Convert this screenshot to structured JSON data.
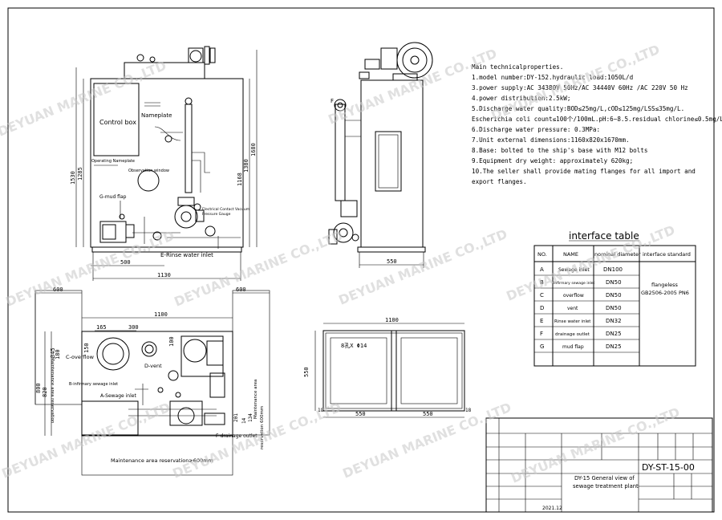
{
  "specs": {
    "heading": "Main technicalproperties.",
    "lines": [
      "1.model number:DY-152.hydraulic load:1050L/d",
      "3.power supply:AC 34380V 50Hz/AC 34440V 60Hz /AC 220V 50 Hz",
      "4.power distribution:2.5kW;",
      "5.Discharge water quality:BOD≤25mg/L,cOD≤125mg/LSS≤35mg/L.",
      "Escherichia coli count≤100个/100mL.pH:6~8.5.residual chlorine≤0.5mg/L;",
      "6.Discharge water pressure: 0.3MPa:",
      "7.Unit external dimensions:1160x820x1670mm.",
      "8.Base: bolted to the ship's base with M12 bolts",
      "9.Equipment dry weight: approximately 620kg;",
      "10.The seller shall provide mating flanges for all import and",
      "export flanges."
    ]
  },
  "interface": {
    "title": "interface table",
    "headers": [
      "NO.",
      "NAME",
      "nominal diameter",
      "interface standard"
    ],
    "rows": [
      [
        "A",
        "Sewage inlet",
        "DN100"
      ],
      [
        "B",
        "Infirmary sewage inlet",
        "DN50"
      ],
      [
        "C",
        "overflow",
        "DN50"
      ],
      [
        "D",
        "vent",
        "DN50"
      ],
      [
        "E",
        "Rinse water inlet",
        "DN32"
      ],
      [
        "F",
        "drainage outlet",
        "DN25"
      ],
      [
        "G",
        "mud flap",
        "DN25"
      ]
    ],
    "standard_line1": "flangeless",
    "standard_line2": "GB2506-2005 PN6"
  },
  "front_view": {
    "control_box": "Control box",
    "nameplate": "Nameplate",
    "operating_nameplate": "Operating Nameplate",
    "observation_window": "Observation window",
    "mud_flap": "G-mud flap",
    "contact": "Electrical Contact Vacuum",
    "gauge": "Pressure Gauge",
    "rinse": "E-Rinse water inlet",
    "dims": [
      "1530",
      "1285",
      "1680",
      "1380",
      "1168",
      "500",
      "1130"
    ]
  },
  "side_view": {
    "label_f": "F",
    "dim": "550"
  },
  "plan_view": {
    "overflow": "C-overflow",
    "infirmary": "B-infirmary sewage inlet",
    "sewage": "A-Sewage inlet",
    "vent": "D-vent",
    "drainage": "F-drainage outlet",
    "maint_bottom": "Maintenance area reservation≥600mm",
    "maint_left": "Maintenance area reservation",
    "maint_right_1": "Maintenance area",
    "maint_right_2": "reservation 600mm",
    "dims": [
      "600",
      "600",
      "1100",
      "165",
      "300",
      "100",
      "800",
      "820",
      "150",
      "345",
      "180",
      "201",
      "134",
      "14"
    ]
  },
  "base_view": {
    "dims": [
      "1100",
      "550",
      "550",
      "550",
      "18",
      "18"
    ],
    "holes": "8孔X Φ14"
  },
  "title_block": {
    "title_line1": "DY-15 General view of",
    "title_line2": "sewage treatment plant",
    "drawing_no": "DY-ST-15-00",
    "date": "2021.12"
  },
  "watermark": "DEYUAN MARINE CO.,LTD"
}
